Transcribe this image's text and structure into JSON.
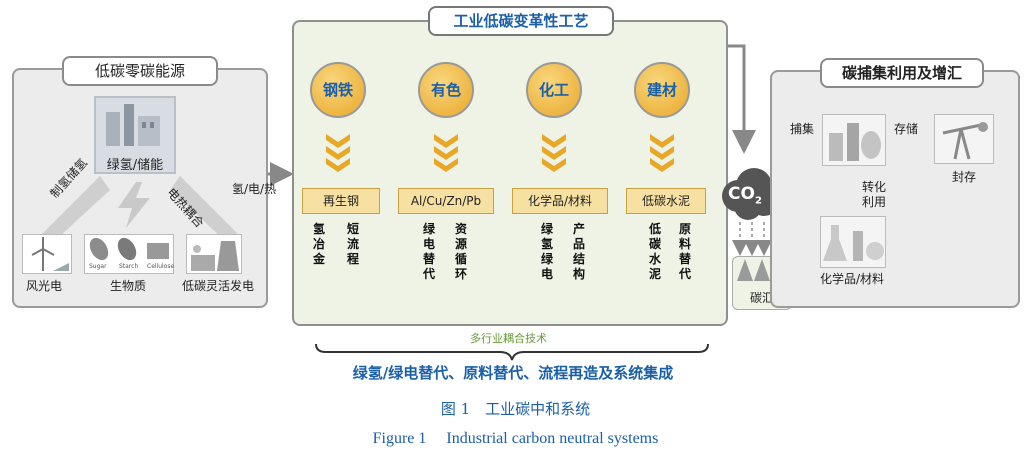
{
  "left_panel": {
    "title": "低碳零碳能源",
    "storage_label": "绿氢/储能",
    "arrow_h2_label": "制氢储氢",
    "arrow_elec_label": "电热耦合",
    "sources": [
      "风光电",
      "生物质",
      "低碳灵活发电"
    ],
    "biomass_sublabels": [
      "Sugar",
      "Starch",
      "Cellulose"
    ]
  },
  "link_label": "氢/电/热",
  "center_panel": {
    "title": "工业低碳变革性工艺",
    "industries": [
      {
        "name": "钢铁",
        "product": "再生钢",
        "cols": [
          "氢冶金",
          "短流程"
        ]
      },
      {
        "name": "有色",
        "product": "Al/Cu/Zn/Pb",
        "cols": [
          "绿电替代",
          "资源循环"
        ]
      },
      {
        "name": "化工",
        "product": "化学品/材料",
        "cols": [
          "绿氢绿电",
          "产品结构"
        ]
      },
      {
        "name": "建材",
        "product": "低碳水泥",
        "cols": [
          "低碳水泥",
          "原料替代"
        ]
      }
    ],
    "coupling_label": "多行业耦合技术"
  },
  "co2": {
    "main": "CO",
    "sub": "2"
  },
  "sink_label": "碳汇",
  "right_panel": {
    "title": "碳捕集利用及增汇",
    "capture_label": "捕集",
    "storage_label": "存储",
    "seal_label": "封存",
    "convert_label_1": "转化",
    "convert_label_2": "利用",
    "chem_label": "化学品/材料"
  },
  "brace_label": "绿氢/绿电替代、原料替代、流程再造及系统集成",
  "caption_cn": "图 1　工业碳中和系统",
  "caption_en": "Figure 1　 Industrial carbon neutral systems",
  "colors": {
    "accent_blue": "#1a5fa8",
    "gold": "#e9a728",
    "panel_green": "#eef3e6",
    "panel_gray": "#ececec"
  }
}
